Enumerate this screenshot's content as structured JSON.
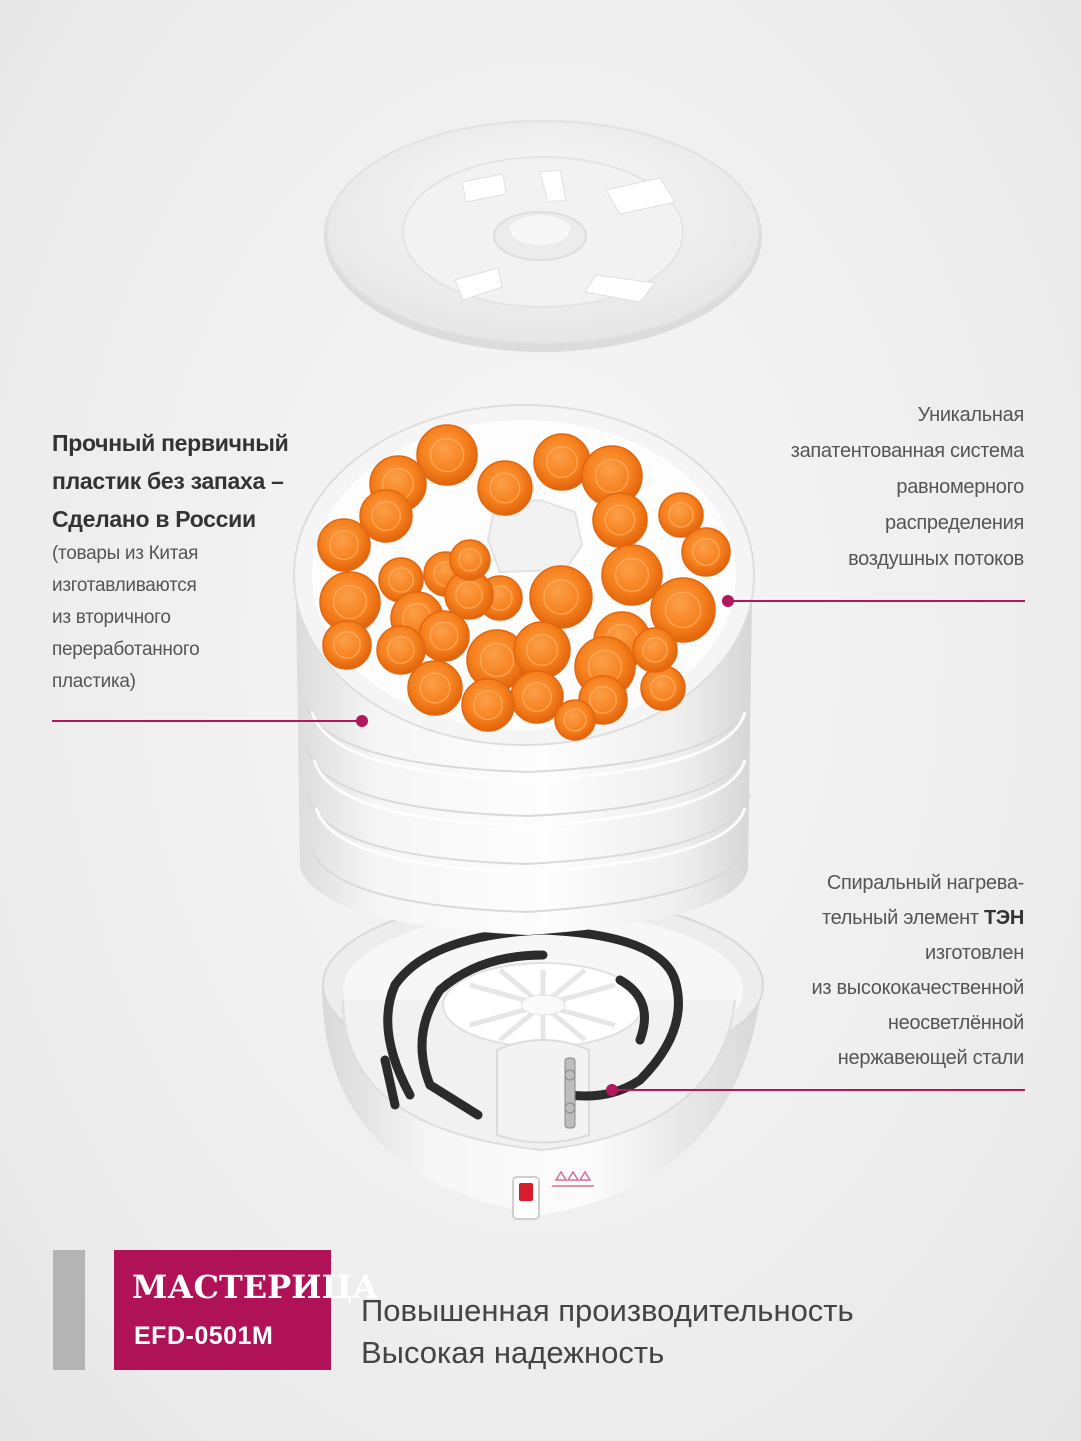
{
  "callouts": {
    "plastic": {
      "bold_lines": [
        "Прочный первичный",
        "пластик  без запаха –",
        "Сделано в России"
      ],
      "sub_lines": [
        "(товары из Китая",
        "изготавливаются",
        "из вторичного",
        "переработанного",
        "пластика)"
      ]
    },
    "airflow": {
      "lines": [
        "Уникальная",
        "запатентованная система",
        "равномерного",
        "распределения",
        "воздушных потоков"
      ]
    },
    "heater": {
      "line1": "Спиральный нагрева-",
      "line2_pre": "тельный элемент ",
      "line2_bold": "ТЭН",
      "lines_rest": [
        "изготовлен",
        "из высококачественной",
        "неосветлённой",
        "нержавеющей стали"
      ]
    }
  },
  "brand": {
    "name": "МАСТЕРИЦА",
    "model": "EFD-0501M"
  },
  "tagline": {
    "line1": "Повышенная производительность",
    "line2": "Высокая надежность"
  },
  "colors": {
    "accent": "#b01258",
    "callout_line": "#b1175a",
    "carrot": "#f7811e",
    "plastic": "#f4f4f4",
    "gray_bar": "#b4b4b4"
  },
  "icons": [
    "dryer-lid",
    "food-trays",
    "carrot-slices",
    "heating-coil",
    "power-switch",
    "base-logo"
  ]
}
